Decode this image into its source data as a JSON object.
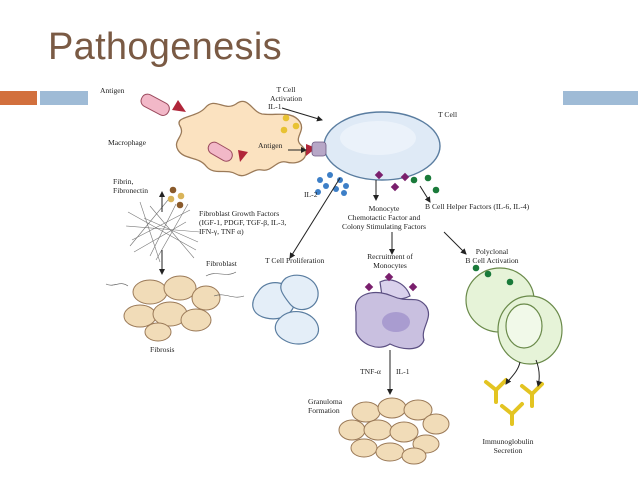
{
  "slide": {
    "title": "Pathogenesis",
    "colors": {
      "title": "#7a5a44",
      "accent_orange": "#d2703d",
      "accent_blue": "#9fbbd6"
    }
  },
  "diagram": {
    "labels": {
      "antigen_top": "Antigen",
      "tcell_activation_1": "T Cell",
      "tcell_activation_2": "Activation",
      "il1": "IL-1",
      "tcell": "T Cell",
      "macrophage": "Macrophage",
      "antigen_inner": "Antigen",
      "fibrin_1": "Fibrin,",
      "fibrin_2": "Fibronectin",
      "il2": "IL-2",
      "fgf_1": "Fibroblast Growth Factors",
      "fgf_2": "(IGF-1, PDGF, TGF-β, IL-3,",
      "fgf_3": "IFN-γ, TNF α)",
      "monocyte_1": "Monocyte",
      "monocyte_2": "Chemotactic Factor and",
      "monocyte_3": "Colony Stimulating Factors",
      "bcell_helper": "B Cell Helper Factors (IL-6, IL-4)",
      "fibroblast": "Fibroblast",
      "tcell_prolif": "T Cell Proliferation",
      "recruit_1": "Recruitment of",
      "recruit_2": "Monocytes",
      "polyclonal_1": "Polyclonal",
      "polyclonal_2": "B Cell Activation",
      "fibrosis": "Fibrosis",
      "tnf": "TNF-α",
      "il1_bottom": "IL-1",
      "granuloma_1": "Granuloma",
      "granuloma_2": "Formation",
      "ig_1": "Immunoglobulin",
      "ig_2": "Secretion"
    }
  }
}
